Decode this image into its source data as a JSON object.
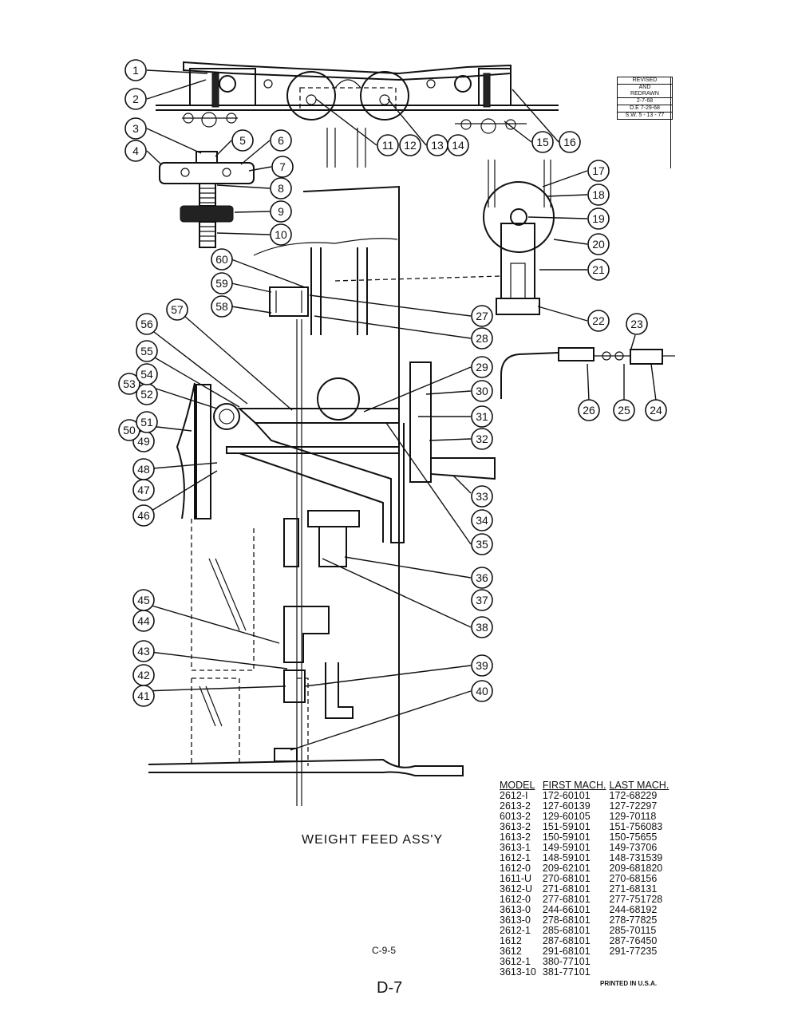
{
  "revision": {
    "lines": [
      "REVISED",
      "AND",
      "REDRAWN",
      "2-7-68",
      "D.E     7-29-68",
      "S.W. 5 - 13 - 77"
    ]
  },
  "callouts": [
    "1",
    "2",
    "3",
    "4",
    "5",
    "6",
    "7",
    "8",
    "9",
    "10",
    "11",
    "12",
    "13",
    "14",
    "15",
    "16",
    "17",
    "18",
    "19",
    "20",
    "21",
    "22",
    "23",
    "24",
    "25",
    "26",
    "27",
    "28",
    "29",
    "30",
    "31",
    "32",
    "33",
    "34",
    "35",
    "36",
    "37",
    "38",
    "39",
    "40",
    "41",
    "42",
    "43",
    "44",
    "45",
    "46",
    "47",
    "48",
    "49",
    "50",
    "51",
    "52",
    "53",
    "54",
    "55",
    "56",
    "57",
    "58",
    "59",
    "60"
  ],
  "title": "WEIGHT FEED ASS'Y",
  "code": "C-9-5",
  "page_number": "D-7",
  "printed": "PRINTED IN U.S.A.",
  "table": {
    "headers": [
      "MODEL",
      "FIRST MACH.",
      "LAST MACH."
    ],
    "rows": [
      [
        "2612-I",
        "172-60101",
        "172-68229"
      ],
      [
        "2613-2",
        "127-60139",
        "127-72297"
      ],
      [
        "6013-2",
        "129-60105",
        "129-70118"
      ],
      [
        "3613-2",
        "151-59101",
        "151-756083"
      ],
      [
        "1613-2",
        "150-59101",
        "150-75655"
      ],
      [
        "3613-1",
        "149-59101",
        "149-73706"
      ],
      [
        "1612-1",
        "148-59101",
        "148-731539"
      ],
      [
        "1612-0",
        "209-62101",
        "209-681820"
      ],
      [
        "1611-U",
        "270-68101",
        "270-68156"
      ],
      [
        "3612-U",
        "271-68101",
        "271-68131"
      ],
      [
        "1612-0",
        "277-68101",
        "277-751728"
      ],
      [
        "3613-0",
        "244-66101",
        "244-68192"
      ],
      [
        "3613-0",
        "278-68101",
        "278-77825"
      ],
      [
        "2612-1",
        "285-68101",
        "285-70115"
      ],
      [
        "1612",
        "287-68101",
        "287-76450"
      ],
      [
        "3612",
        "291-68101",
        "291-77235"
      ],
      [
        "3612-1",
        "380-77101",
        ""
      ],
      [
        "3613-10",
        "381-77101",
        ""
      ]
    ]
  }
}
